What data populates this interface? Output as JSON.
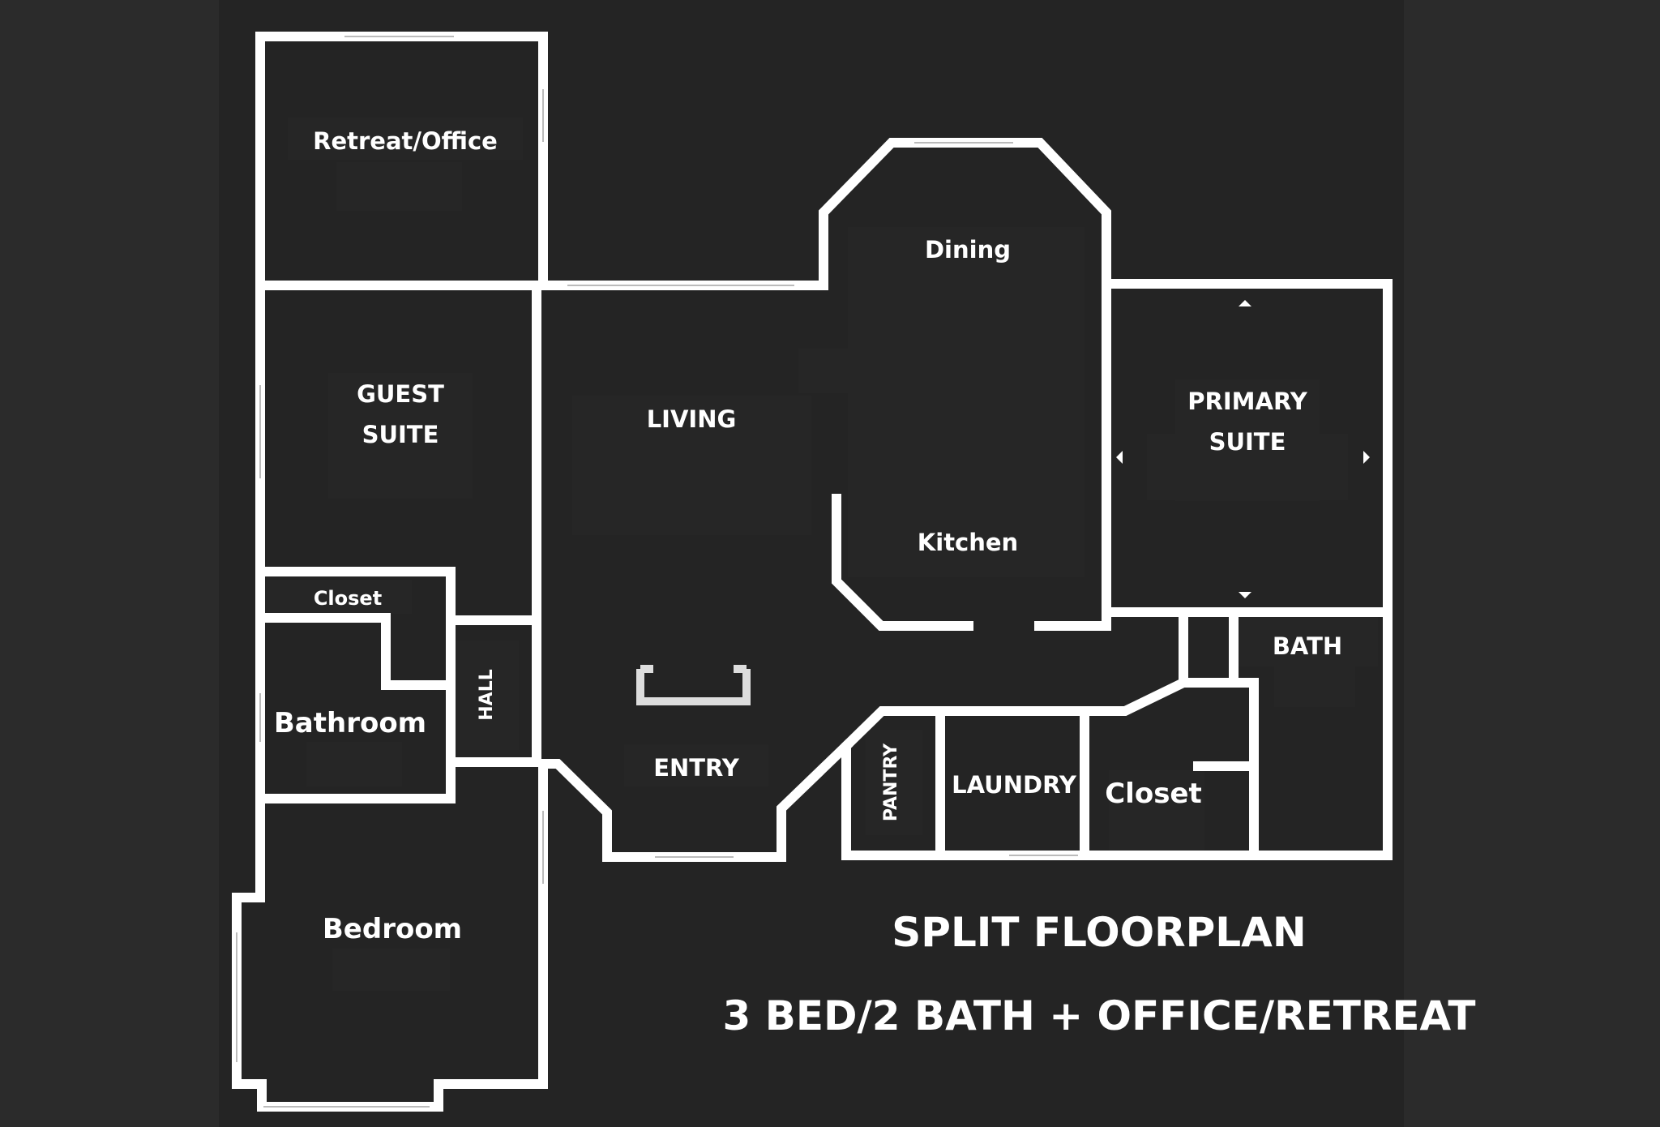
{
  "colors": {
    "page_background": "#222222",
    "frame": "#2b2b2b",
    "floor": "#2a2a2a",
    "label_box": "#262626",
    "wall": "#ffffff",
    "fixture": "#dddddd"
  },
  "rooms": {
    "retreat_office": "Retreat/Office",
    "guest_suite_line1": "GUEST",
    "guest_suite_line2": "SUITE",
    "closet_small": "Closet",
    "bathroom": "Bathroom",
    "hall": "HALL",
    "bedroom": "Bedroom",
    "living": "LIVING",
    "dining": "Dining",
    "kitchen": "Kitchen",
    "entry": "ENTRY",
    "pantry": "PANTRY",
    "laundry": "LAUNDRY",
    "closet_large": "Closet",
    "primary_suite_line1": "PRIMARY",
    "primary_suite_line2": "SUITE",
    "bath": "BATH"
  },
  "caption": {
    "title": "SPLIT FLOORPLAN",
    "subtitle": "3 BED/2 BATH + OFFICE/RETREAT"
  }
}
